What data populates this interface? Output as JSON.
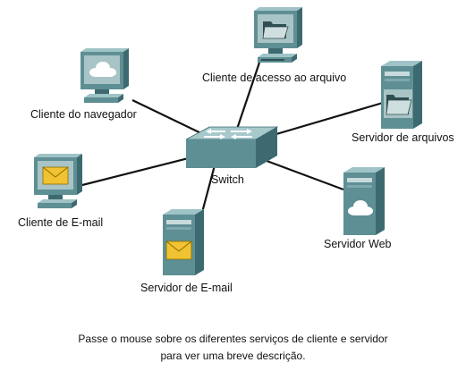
{
  "nodes": {
    "file_client": {
      "label": "Cliente de acesso ao arquivo",
      "icon": "folder-icon"
    },
    "browser_client": {
      "label": "Cliente do navegador",
      "icon": "cloud-icon"
    },
    "file_server": {
      "label": "Servidor de arquivos",
      "icon": "folder-icon"
    },
    "email_client": {
      "label": "Cliente de E-mail",
      "icon": "envelope-icon"
    },
    "switch": {
      "label": "Switch",
      "icon": "switch-arrows-icon"
    },
    "web_server": {
      "label": "Servidor Web",
      "icon": "cloud-icon"
    },
    "email_server": {
      "label": "Servidor de E-mail",
      "icon": "envelope-icon"
    }
  },
  "links": [
    [
      "switch",
      "file_client"
    ],
    [
      "switch",
      "browser_client"
    ],
    [
      "switch",
      "file_server"
    ],
    [
      "switch",
      "email_client"
    ],
    [
      "switch",
      "web_server"
    ],
    [
      "switch",
      "email_server"
    ]
  ],
  "caption": {
    "line1": "Passe o mouse sobre os diferentes serviços de cliente e servidor",
    "line2": "para ver uma breve descrição."
  },
  "colors": {
    "device_front": "#5e8f94",
    "device_side": "#3d6a70",
    "device_top": "#9fc3c6",
    "screen": "#a9c4c6",
    "envelope": "#f1c232",
    "link": "#111111"
  }
}
